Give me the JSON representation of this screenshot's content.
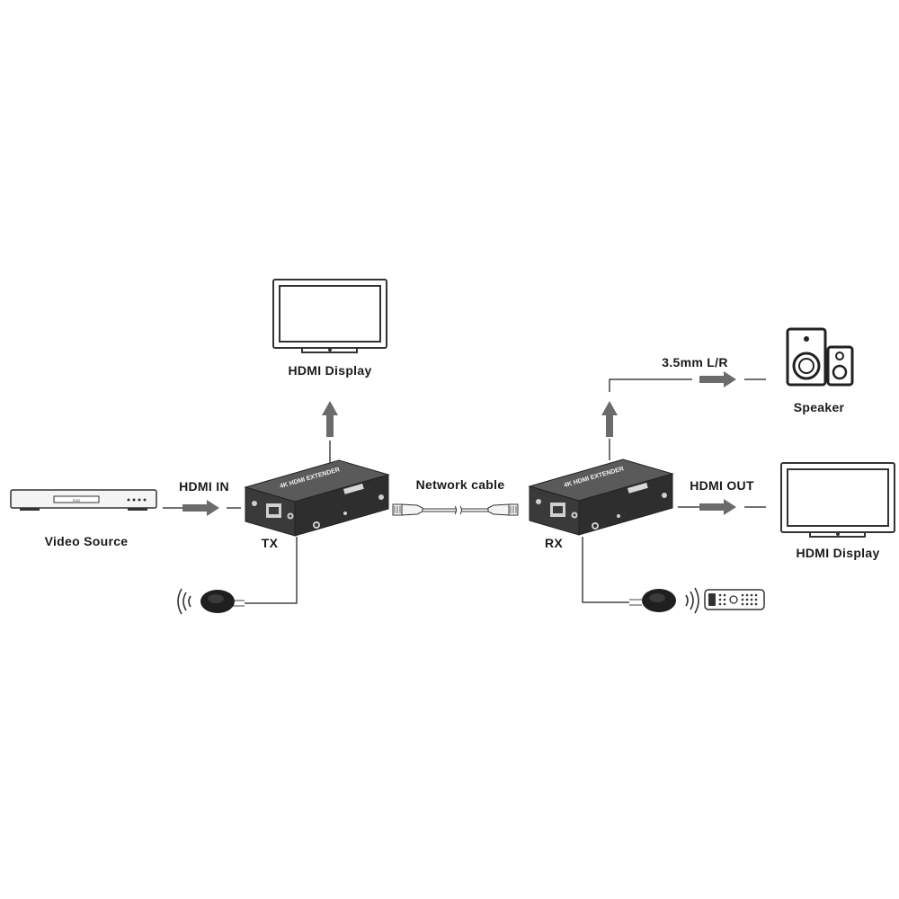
{
  "labels": {
    "tx_display": "HDMI Display",
    "rx_display": "HDMI Display",
    "speaker": "Speaker",
    "audio": "3.5mm L/R",
    "hdmi_in": "HDMI IN",
    "hdmi_out": "HDMI OUT",
    "network": "Network cable",
    "video_source": "Video Source",
    "tx": "TX",
    "rx": "RX"
  },
  "devices": {
    "tx_box_title": "4K HDMI EXTENDER",
    "rx_box_title": "4K HDMI EXTENDER",
    "dvd_label": "DVD"
  },
  "colors": {
    "arrow": "#6b6b6b",
    "box_dark": "#3a3a3a",
    "line": "#444444"
  }
}
